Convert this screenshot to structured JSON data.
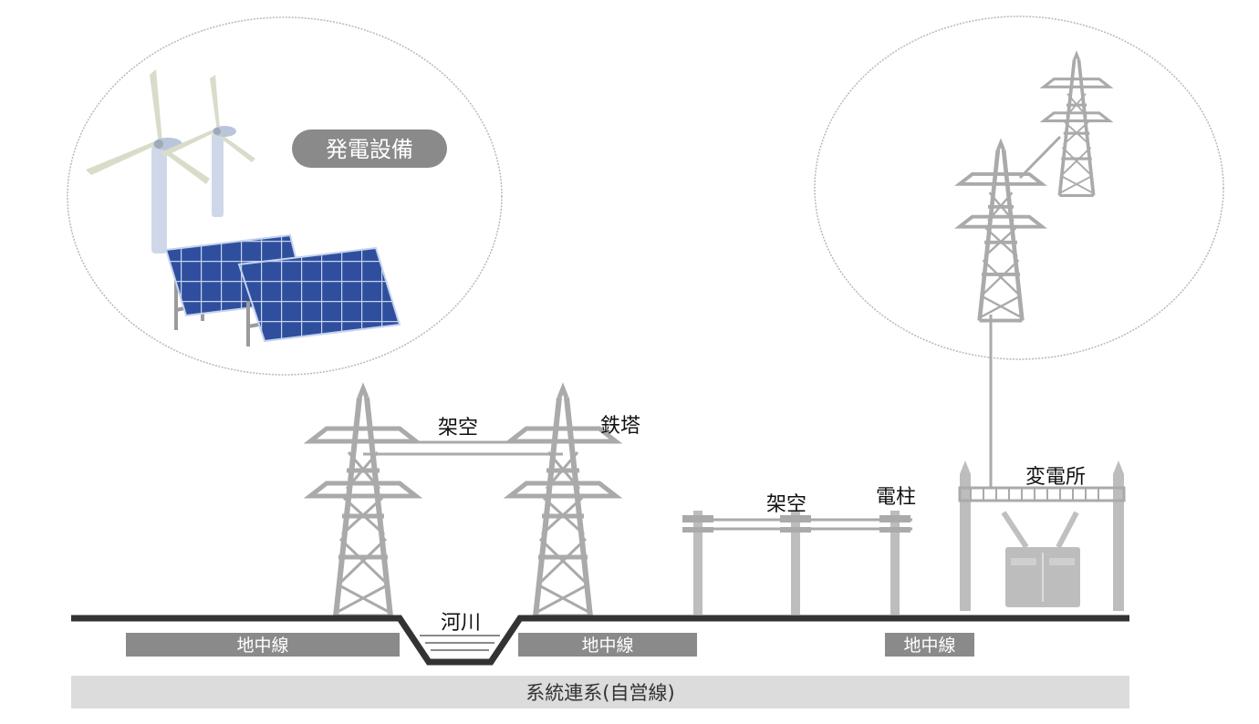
{
  "labels": {
    "generation": "発電設備",
    "overhead_1": "架空",
    "steel_tower": "鉄塔",
    "overhead_2": "架空",
    "utility_pole": "電柱",
    "substation": "変電所",
    "river": "河川",
    "underground": [
      "地中線",
      "地中線",
      "地中線"
    ],
    "grid_connection": "系統連系(自営線)"
  },
  "colors": {
    "tower": "#aaaaaa",
    "ground": "#333333",
    "underground_box": "#8a8a8a",
    "grid_bar": "#dcdcdc",
    "label_pill": "#8a8a8a",
    "panel": "#2f4f9e",
    "panel_grid": "#c6d3ee",
    "turbine": "#c9d3e2",
    "transformer": "#bdbdbd"
  }
}
